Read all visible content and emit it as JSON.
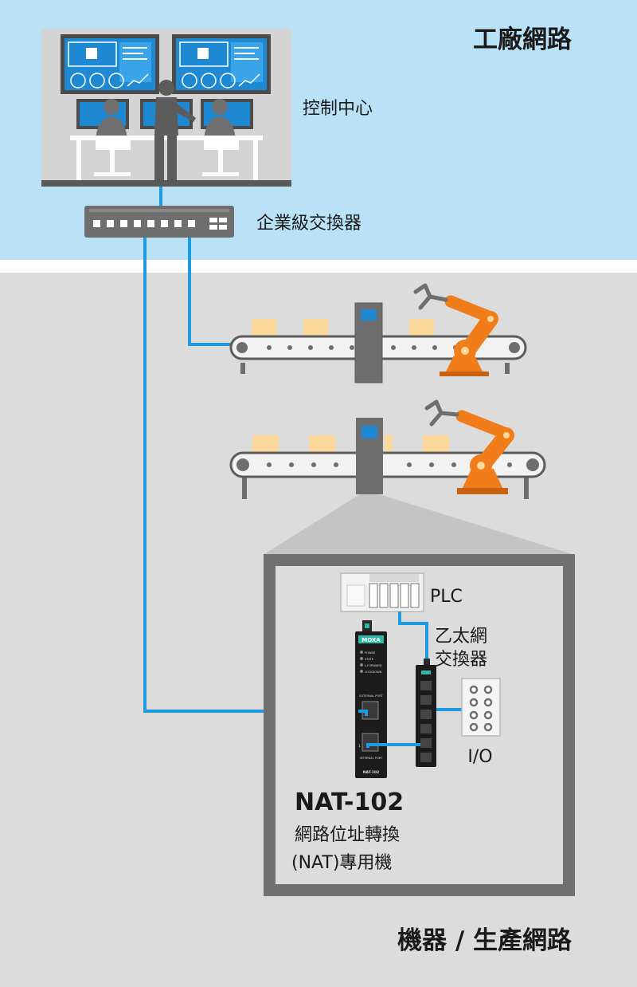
{
  "zones": {
    "factory_network": "工廠網路",
    "machine_network": "機器 / 生產網路"
  },
  "labels": {
    "control_center": "控制中心",
    "enterprise_switch": "企業級交換器",
    "plc": "PLC",
    "ethernet_switch_line1": "乙太網",
    "ethernet_switch_line2": "交換器",
    "io": "I/O"
  },
  "nat_device": {
    "model": "NAT-102",
    "desc_line1": "網路位址轉換",
    "desc_line2": "(NAT)專用機",
    "brand": "MOXA",
    "leds": [
      "POWER",
      "STATE",
      "L.FORWARD",
      "LOCKDOWN"
    ],
    "external_port": "EXTERNAL PORT",
    "internal_port": "INTERNAL PORT",
    "port_number": "1",
    "front_label": "NAT-102"
  },
  "colors": {
    "top_zone": "#b9e2f7",
    "bottom_zone": "#dcdcdc",
    "cable": "#1e9be0",
    "robot": "#f07d1a",
    "box": "#fcd89a",
    "device": "#6e6e6e"
  }
}
